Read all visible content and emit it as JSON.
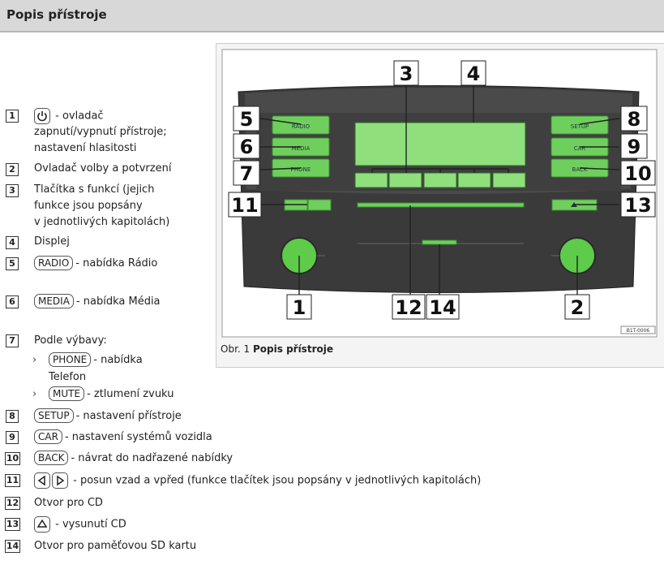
{
  "header": {
    "title": "Popis přístroje"
  },
  "items": [
    {
      "num": "1",
      "key_icon": "power-icon",
      "text_lines": [
        "- ovladač",
        "zapnutí/vypnutí přístroje;",
        "nastavení hlasitosti"
      ]
    },
    {
      "num": "2",
      "text": "Ovladač volby a potvrzení"
    },
    {
      "num": "3",
      "text_lines": [
        "Tlačítka s funkcí (jejich",
        "funkce jsou popsány",
        "v jednotlivých kapitolách)"
      ]
    },
    {
      "num": "4",
      "text": "Displej"
    },
    {
      "num": "5",
      "key": "RADIO",
      "text": "- nabídka Rádio"
    },
    {
      "num": "6",
      "key": "MEDIA",
      "text": "- nabídka Média"
    },
    {
      "num": "7",
      "text": "Podle výbavy:",
      "sub": [
        {
          "bullet": "›",
          "key": "PHONE",
          "text": "- nabídka",
          "text2": "Telefon"
        },
        {
          "bullet": "›",
          "key": "MUTE",
          "text": "- ztlumení zvuku"
        }
      ]
    },
    {
      "num": "8",
      "key": "SETUP",
      "text": "- nastavení přístroje"
    },
    {
      "num": "9",
      "key": "CAR",
      "text": "- nastavení systémů vozidla"
    },
    {
      "num": "10",
      "key": "BACK",
      "text": "- návrat do nadřazené nabídky"
    },
    {
      "num": "11",
      "key_icons": [
        "arrow-left-icon",
        "arrow-right-icon"
      ],
      "text": "- posun vzad a vpřed (funkce tlačítek jsou popsány v jednotlivých kapitolách)"
    },
    {
      "num": "12",
      "text": "Otvor pro CD"
    },
    {
      "num": "13",
      "key_icons": [
        "eject-icon"
      ],
      "text": "- vysunutí CD"
    },
    {
      "num": "14",
      "text": "Otvor pro paměťovou SD kartu"
    }
  ],
  "figure": {
    "caption_prefix": "Obr. 1",
    "caption_title": "Popis přístroje",
    "code": "B1T-0006",
    "button_labels": {
      "radio": "RADIO",
      "media": "MEDIA",
      "phone": "PHONE",
      "setup": "SETUP",
      "car": "CAR",
      "back": "BACK"
    },
    "callouts": [
      "1",
      "2",
      "3",
      "4",
      "5",
      "6",
      "7",
      "8",
      "9",
      "10",
      "11",
      "12",
      "13",
      "14"
    ]
  }
}
